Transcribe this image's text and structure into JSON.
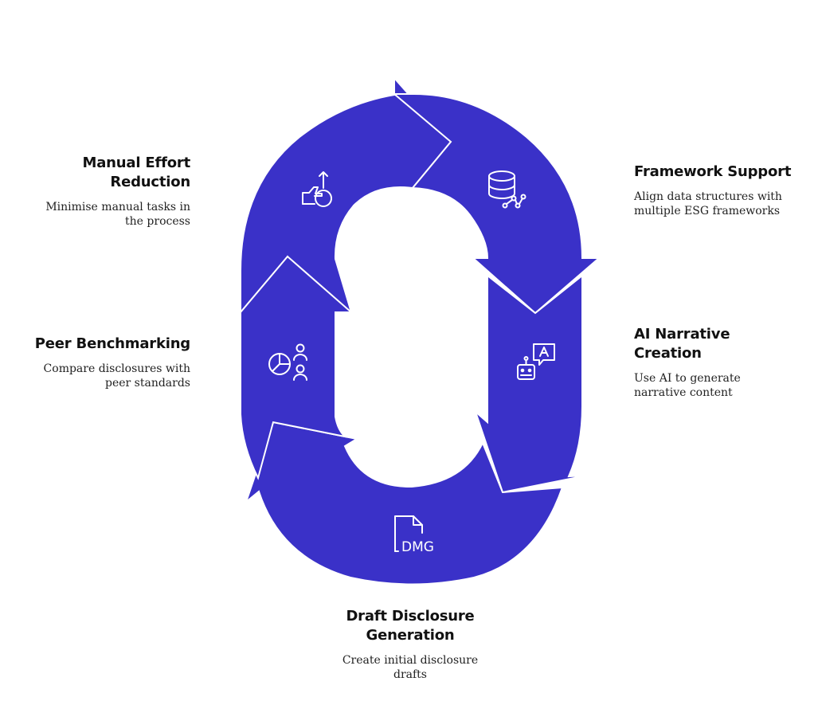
{
  "colors": {
    "shape_fill": "#3a31c8",
    "icon_stroke": "#ffffff",
    "text": "#111111"
  },
  "steps": [
    {
      "id": "framework-support",
      "title": [
        "Framework Support"
      ],
      "description": [
        "Align data structures with",
        "multiple ESG frameworks"
      ],
      "icon": "database-network-icon"
    },
    {
      "id": "ai-narrative-creation",
      "title": [
        "AI Narrative",
        "Creation"
      ],
      "description": [
        "Use AI to generate",
        "narrative content"
      ],
      "icon": "robot-chat-icon"
    },
    {
      "id": "draft-disclosure-generation",
      "title": [
        "Draft Disclosure",
        "Generation"
      ],
      "description": [
        "Create initial disclosure",
        "drafts"
      ],
      "icon": "dmg-file-icon",
      "icon_label": "DMG"
    },
    {
      "id": "peer-benchmarking",
      "title": [
        "Peer Benchmarking"
      ],
      "description": [
        "Compare disclosures with",
        "peer standards"
      ],
      "icon": "pie-chart-people-icon"
    },
    {
      "id": "manual-effort-reduction",
      "title": [
        "Manual Effort",
        "Reduction"
      ],
      "description": [
        "Minimise manual tasks in",
        "the process"
      ],
      "icon": "hand-reduce-icon"
    }
  ]
}
